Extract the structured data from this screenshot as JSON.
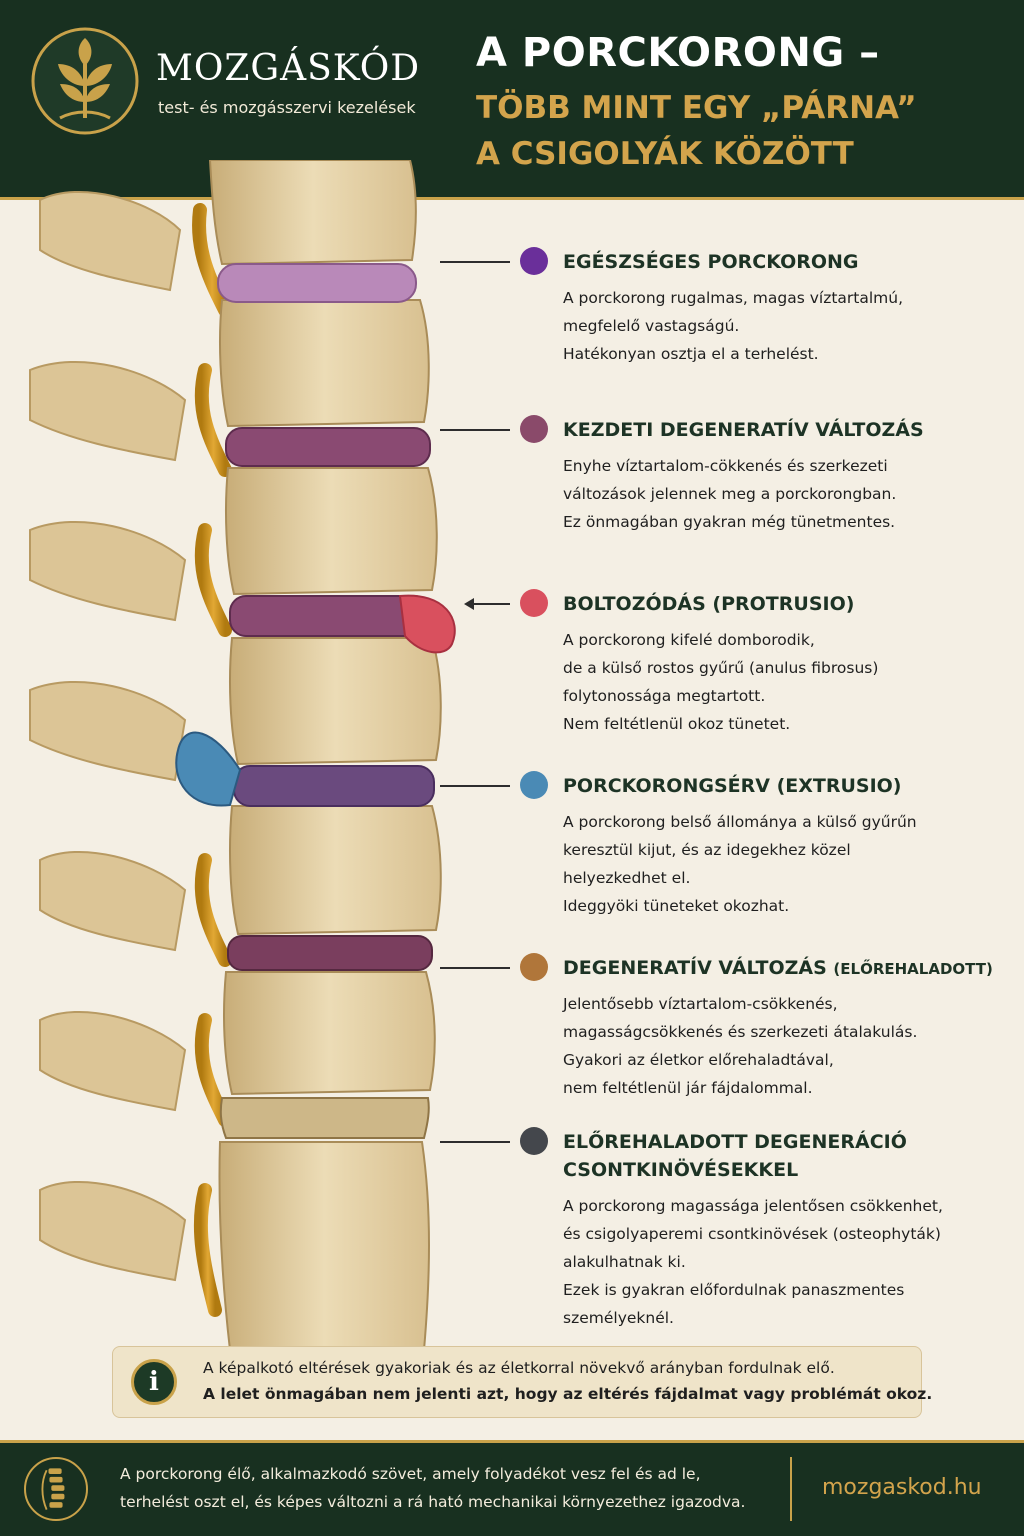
{
  "header": {
    "brand_name": "MOZGÁSKÓD",
    "brand_tagline": "test- és mozgásszervi kezelések",
    "title_line1": "A PORCKORONG –",
    "title_line2": "TÖBB MINT EGY „PÁRNA”",
    "title_line3": "A CSIGOLYÁK KÖZÖTT",
    "logo_icon": "leaf-plant-icon"
  },
  "colors": {
    "dark_green": "#183020",
    "gold": "#c9a24a",
    "bone": "#e6d2a6",
    "healthy": "#6a2f9a",
    "early": "#8a4a6a",
    "protrusion": "#d9505e",
    "extrusion": "#4a8ab5",
    "advanced": "#b0763a",
    "osteophyte": "#44474c"
  },
  "sections": [
    {
      "title": "EGÉSZSÉGES PORCKORONG",
      "lines": [
        "A porckorong rugalmas, magas víztartalmú,",
        "megfelelő vastagságú.",
        "Hatékonyan osztja el a terhelést."
      ]
    },
    {
      "title": "KEZDETI DEGENERATÍV VÁLTOZÁS",
      "lines": [
        "Enyhe víztartalom-cökkenés és szerkezeti",
        "változások jelennek meg a porckorongban.",
        "Ez önmagában gyakran még tünetmentes."
      ]
    },
    {
      "title": "BOLTOZÓDÁS (PROTRUSIO)",
      "lines": [
        "A porckorong kifelé domborodik,",
        "de a külső rostos gyűrű (anulus fibrosus)",
        "folytonossága megtartott.",
        "Nem feltétlenül okoz tünetet."
      ]
    },
    {
      "title": "PORCKORONGSÉRV (EXTRUSIO)",
      "lines": [
        "A porckorong belső állománya a külső gyűrűn",
        "keresztül kijut, és az idegekhez közel",
        "helyezkedhet el.",
        "Ideggyöki tüneteket okozhat."
      ]
    },
    {
      "title_main": "DEGENERATÍV VÁLTOZÁS",
      "title_small": "(ELŐREHALADOTT)",
      "lines": [
        "Jelentősebb víztartalom-csökkenés,",
        "magasságcsökkenés és szerkezeti átalakulás.",
        "Gyakori az életkor előrehaladtával,",
        "nem feltétlenül jár fájdalommal."
      ]
    },
    {
      "title_line1": "ELŐREHALADOTT DEGENERÁCIÓ",
      "title_line2": "CSONTKINÖVÉSEKKEL",
      "lines": [
        "A porckorong magassága jelentősen csökkenhet,",
        "és csigolyaperemi csontkinövések (osteophyták)",
        "alakulhatnak ki.",
        "Ezek is gyakran előfordulnak panaszmentes",
        "személyeknél."
      ]
    }
  ],
  "info": {
    "icon_letter": "i",
    "line1": "A képalkotó eltérések gyakoriak és az életkorral növekvő arányban fordulnak elő.",
    "line2": "A lelet önmagában nem jelenti azt, hogy az eltérés fájdalmat vagy problémát okoz."
  },
  "footer": {
    "icon": "spine-icon",
    "line1": "A porckorong élő, alkalmazkodó szövet, amely folyadékot vesz fel és ad le,",
    "line2": "terhelést oszt el, és képes változni a rá ható mechanikai környezethez igazodva.",
    "url": "mozgaskod.hu"
  }
}
